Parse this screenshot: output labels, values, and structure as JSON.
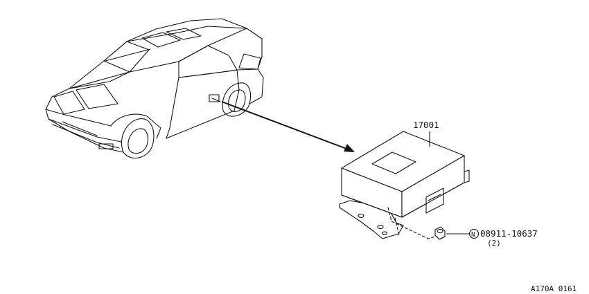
{
  "diagram": {
    "part_number": "17001",
    "nut_symbol": "N",
    "nut_part_number": "08911-10637",
    "nut_quantity": "(2)",
    "figure_code": "A170A 0161"
  }
}
